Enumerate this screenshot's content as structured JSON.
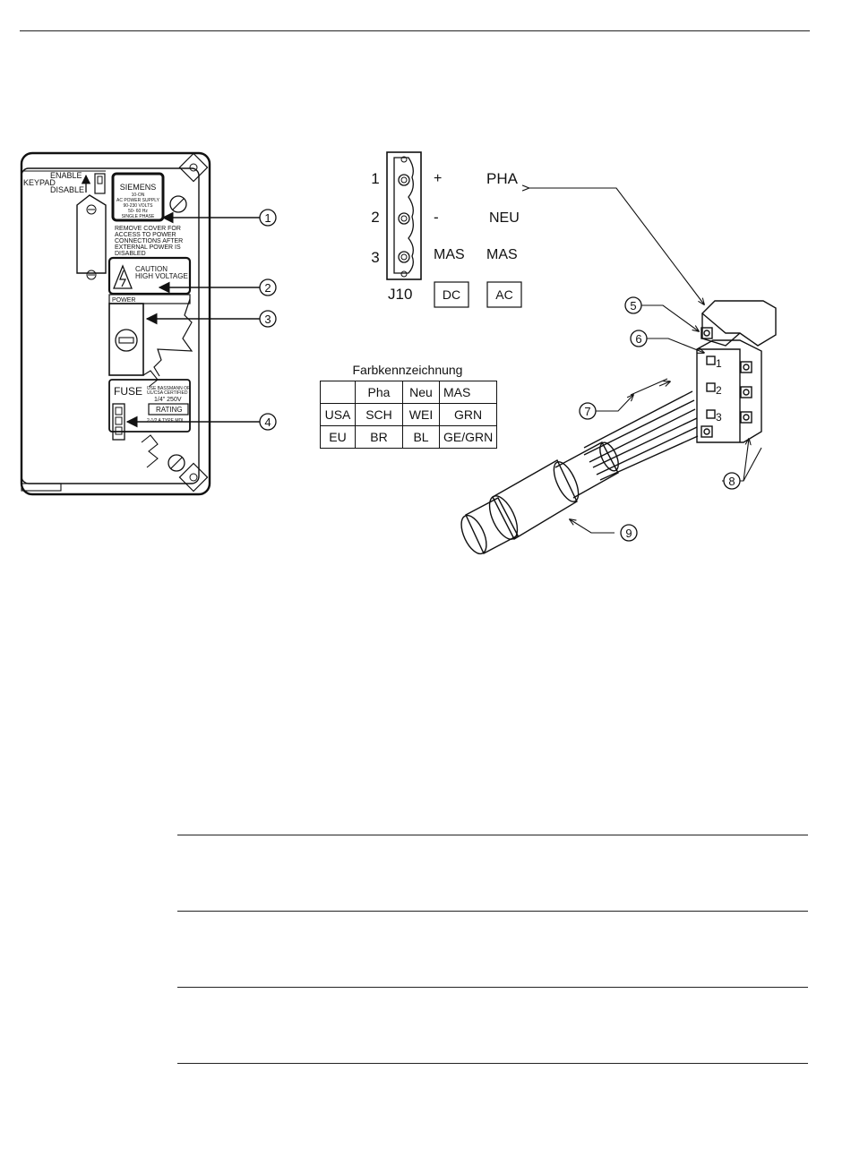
{
  "panel": {
    "enable_label": "ENABLE",
    "keypad_label": "KEYPAD",
    "disable_label": "DISABLE",
    "brand": "SIEMENS",
    "label_line1": "10-ON",
    "label_line2": "AC POWER SUPPLY",
    "label_line3": "90-230 VOLTS",
    "label_line4": "50- 60 Hz",
    "label_line5": "SINGLE PHASE",
    "warning_line1": "REMOVE COVER FOR",
    "warning_line2": "ACCESS TO POWER",
    "warning_line3": "CONNECTIONS AFTER",
    "warning_line4": "EXTERNAL POWER IS",
    "warning_line5": "DISABLED",
    "caution_line1": "CAUTION",
    "caution_line2": "HIGH VOLTAGE",
    "power_label": "POWER",
    "fuse_label": "FUSE",
    "fuse_note1": "USE BASSMANN OR",
    "fuse_note2": "UL/CSA CERTIFIED",
    "fuse_rating": "1/4\" 250V",
    "rating_label": "RATING",
    "rating_note": "2-1/2 A TYPE MDL"
  },
  "callouts": [
    "1",
    "2",
    "3",
    "4",
    "5",
    "6",
    "7",
    "8",
    "9"
  ],
  "terminal": {
    "pins": [
      "1",
      "2",
      "3"
    ],
    "dc_signs": [
      "+",
      "-",
      "MAS"
    ],
    "ac_names": [
      "PHA",
      "NEU",
      "MAS"
    ],
    "connector_label": "J10",
    "dc_label": "DC",
    "ac_label": "AC"
  },
  "plug_pins": [
    "1",
    "2",
    "3"
  ],
  "color_table": {
    "title": "Farbkennzeichnung",
    "header": [
      "",
      "Pha",
      "Neu",
      "MAS"
    ],
    "rows": [
      [
        "USA",
        "SCH",
        "WEI",
        "GRN"
      ],
      [
        "EU",
        "BR",
        "BL",
        "GE/GRN"
      ]
    ]
  }
}
